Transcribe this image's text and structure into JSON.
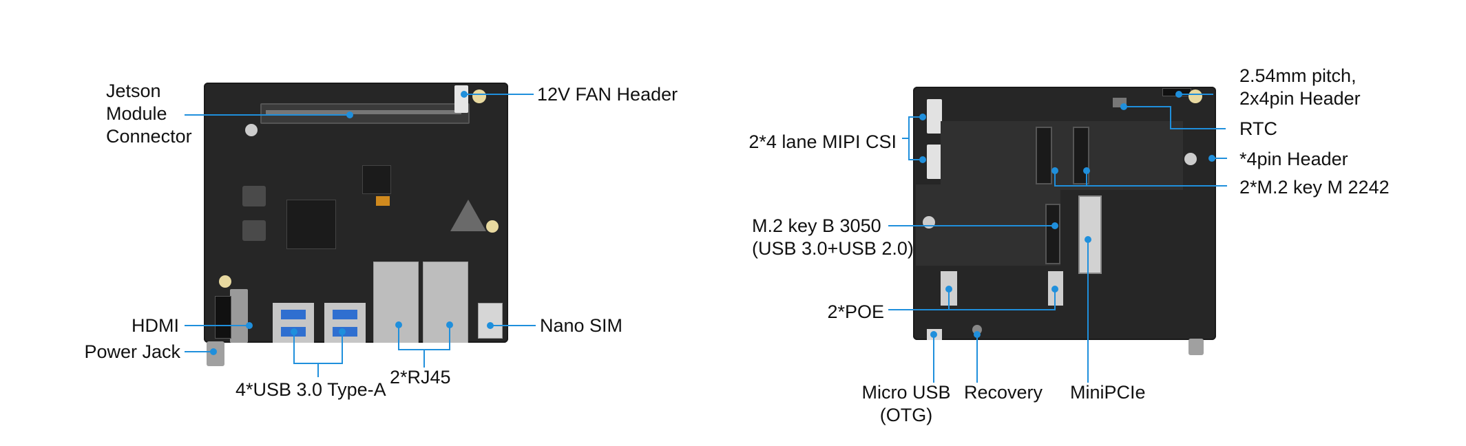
{
  "accent_color": "#1f8fdc",
  "board_color": "#262626",
  "front_labels": {
    "jetson_line1": "Jetson",
    "jetson_line2": "Module",
    "jetson_line3": "Connector",
    "fan_header": "12V FAN Header",
    "hdmi": "HDMI",
    "power_jack": "Power Jack",
    "usb": "4*USB 3.0 Type-A",
    "rj45": "2*RJ45",
    "nano_sim": "Nano SIM"
  },
  "back_labels": {
    "pin_header_line1": "2.54mm pitch,",
    "pin_header_line2": "2x4pin Header",
    "rtc": "RTC",
    "four_pin_header": "*4pin Header",
    "m2_key_m": "2*M.2 key M 2242",
    "mipi_csi": "2*4 lane MIPI CSI",
    "m2_key_b_line1": "M.2 key B 3050",
    "m2_key_b_line2": "(USB 3.0+USB 2.0)",
    "poe": "2*POE",
    "micro_usb_line1": "Micro USB",
    "micro_usb_line2": "(OTG)",
    "recovery": "Recovery",
    "minipcie": "MiniPCIe"
  }
}
